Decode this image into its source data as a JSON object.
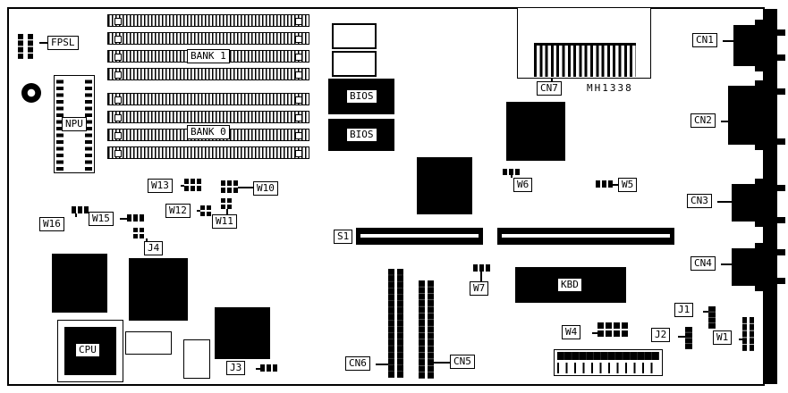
{
  "colors": {
    "ink": "#000000",
    "paper": "#ffffff"
  },
  "labels": {
    "fpsl": "FPSL",
    "npu": "NPU",
    "bank1": "BANK 1",
    "bank0": "BANK 0",
    "bios_top": "BIOS",
    "bios_bottom": "BIOS",
    "cn7": "CN7",
    "mh1338": "MH1338",
    "cn1": "CN1",
    "cn2": "CN2",
    "cn3": "CN3",
    "cn4": "CN4",
    "cn5": "CN5",
    "cn6": "CN6",
    "s1": "S1",
    "kbd": "KBD",
    "cpu": "CPU",
    "w1": "W1",
    "w4": "W4",
    "w5": "W5",
    "w6": "W6",
    "w7": "W7",
    "w10": "W10",
    "w11": "W11",
    "w12": "W12",
    "w13": "W13",
    "w15": "W15",
    "w16": "W16",
    "j1": "J1",
    "j2": "J2",
    "j3": "J3",
    "j4": "J4"
  }
}
